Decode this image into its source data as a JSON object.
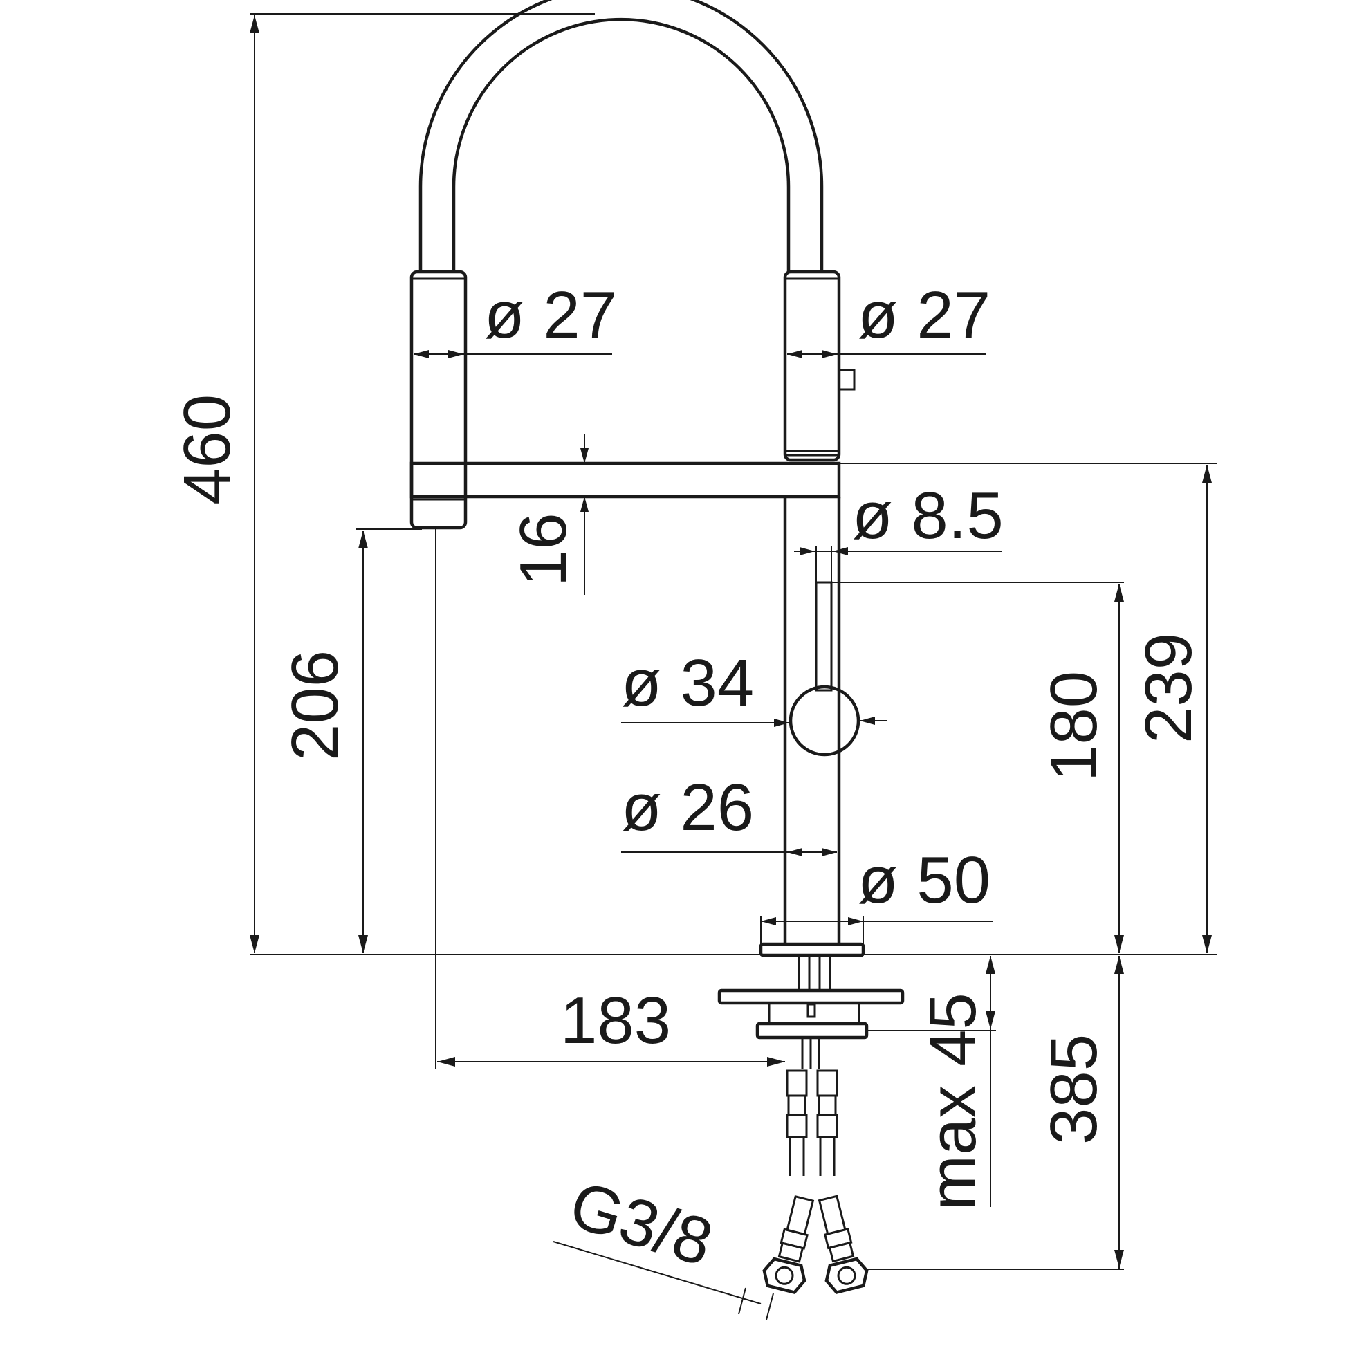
{
  "diagram": {
    "labels": {
      "dia_27_left": "ø 27",
      "dia_27_right": "ø 27",
      "dia_8_5": "ø 8.5",
      "dia_34": "ø 34",
      "dia_26": "ø 26",
      "dia_50": "ø 50",
      "dim_460": "460",
      "dim_206": "206",
      "dim_16": "16",
      "dim_180": "180",
      "dim_239": "239",
      "dim_183": "183",
      "dim_max45": "max 45",
      "dim_385": "385",
      "thread_g3_8": "G3/8"
    },
    "colors": {
      "ink": "#1a1a1a",
      "background": "#ffffff"
    }
  }
}
